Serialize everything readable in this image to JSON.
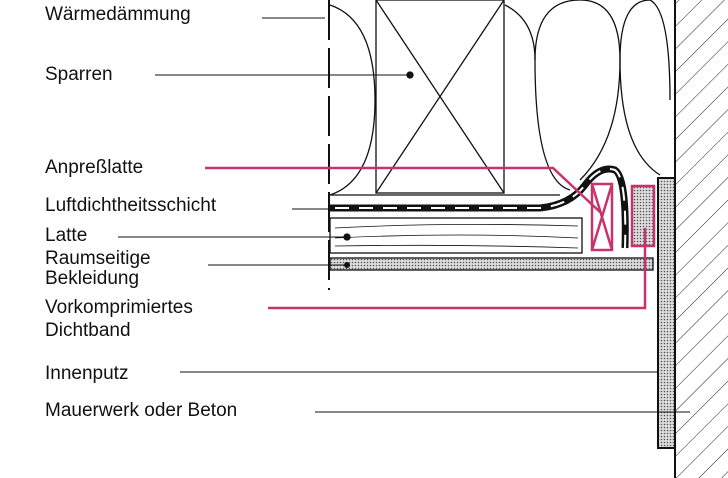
{
  "labels": {
    "insulation": "Wärmedämmung",
    "rafter": "Sparren",
    "pressure_batten": "Anpreßlatte",
    "airtight_layer": "Luftdichtheitsschicht",
    "batten": "Latte",
    "cladding_1": "Raumseitige",
    "cladding_2": "Bekleidung",
    "sealing_tape_1": "Vorkomprimiertes",
    "sealing_tape_2": "Dichtband",
    "plaster": "Innenputz",
    "wall": "Mauerwerk oder Beton"
  },
  "colors": {
    "highlight": "#c8336b",
    "ink": "#111111"
  }
}
